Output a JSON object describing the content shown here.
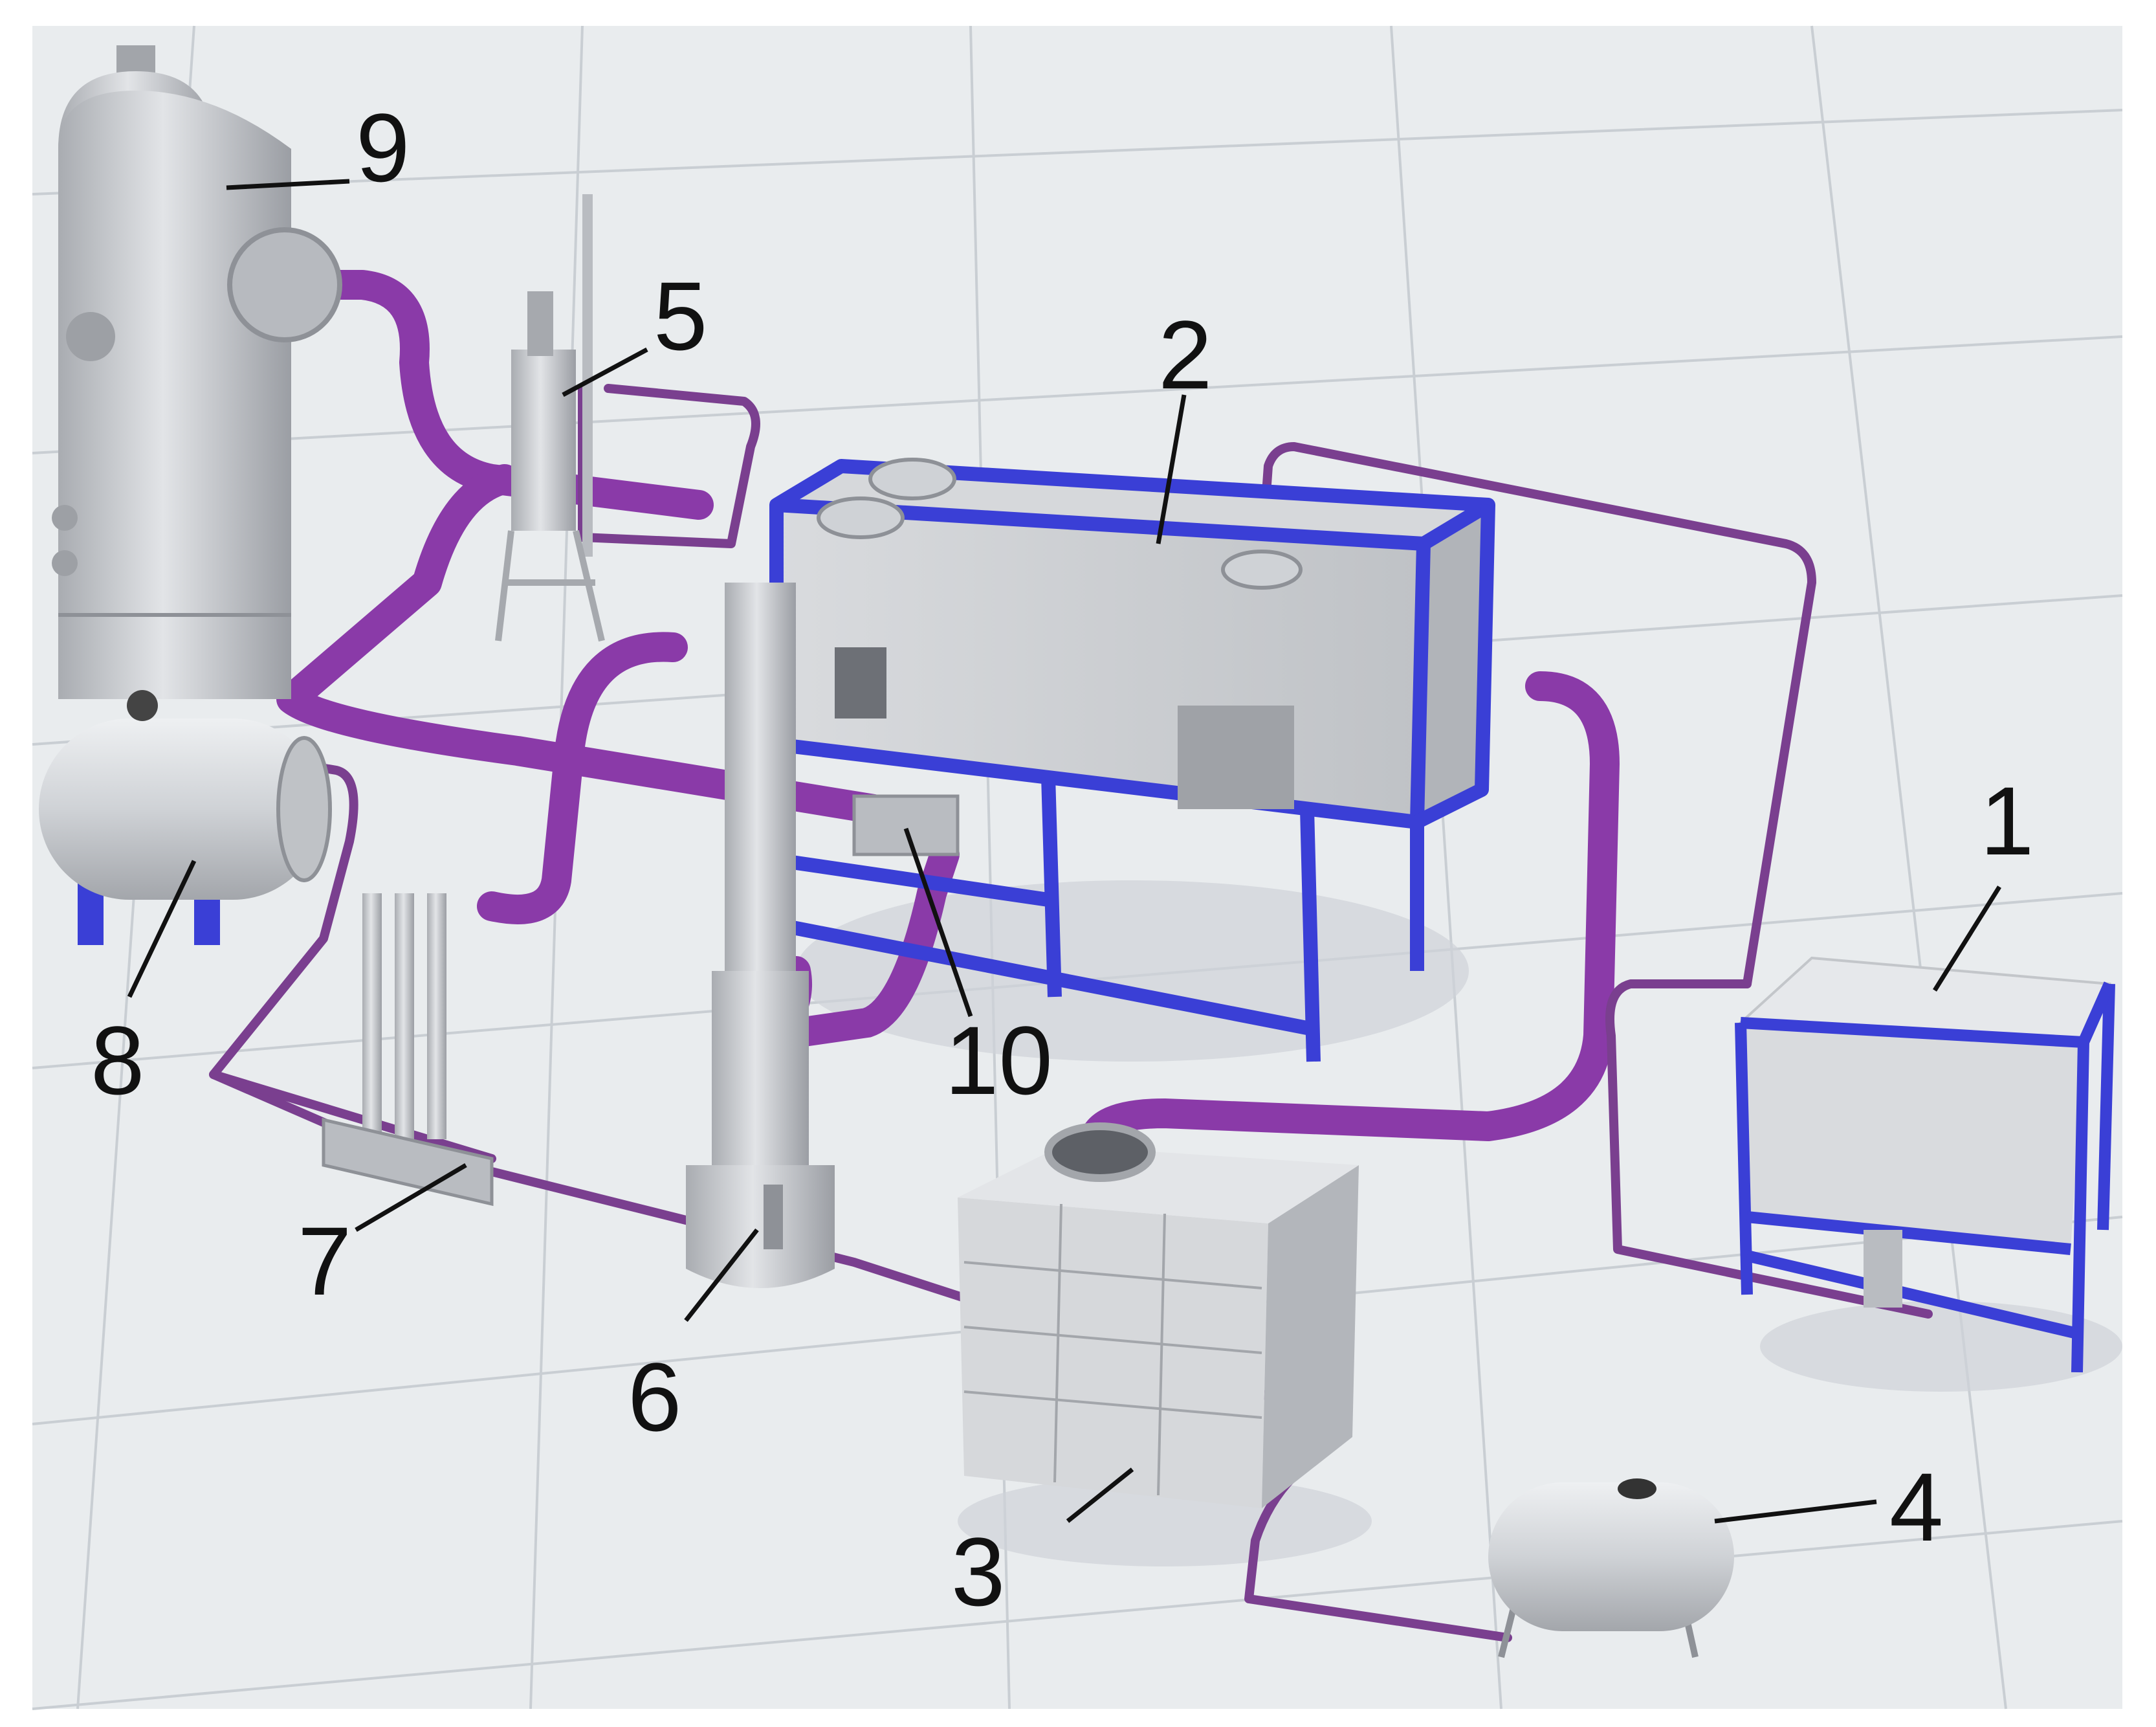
{
  "colors": {
    "floor": "#e9ecee",
    "grid": "#c9ced3",
    "steel": "#c7c9cd",
    "steel_dark": "#8e9197",
    "frame": "#3a3fd6",
    "pipe": "#8a3aa8",
    "pipe_thin": "#7a3f8f",
    "label": "#111111"
  },
  "labels": {
    "l1": "1",
    "l2": "2",
    "l3": "3",
    "l4": "4",
    "l5": "5",
    "l6": "6",
    "l7": "7",
    "l8": "8",
    "l9": "9",
    "l10": "10"
  }
}
